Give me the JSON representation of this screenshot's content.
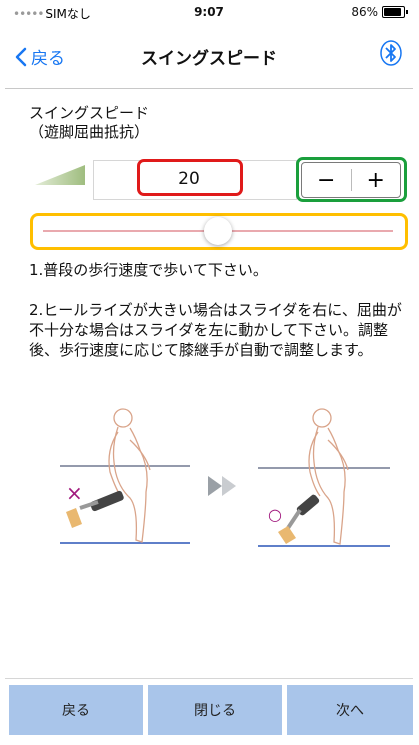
{
  "status": {
    "carrier": "SIMなし",
    "time": "9:07",
    "battery": "86%"
  },
  "nav": {
    "back_label": "戻る",
    "title": "スイングスピード",
    "bluetooth_icon": "bluetooth-icon"
  },
  "setting": {
    "caption_line1": "スイングスピード",
    "caption_line2": "（遊脚屈曲抵抗）",
    "value": "20",
    "minus": "−",
    "plus": "+",
    "slider_level": 0.5
  },
  "instructions": {
    "step1": "1.普段の歩行速度で歩いて下さい。",
    "step2": "2.ヒールライズが大きい場合はスライダを右に、屈曲が不十分な場合はスライダを左に動かして下さい。調整後、歩行速度に応じて膝継手が自動で調整します。"
  },
  "illustration": {
    "wrong_mark": "×",
    "right_mark": "○"
  },
  "footer": {
    "back": "戻る",
    "close": "閉じる",
    "next": "次へ"
  },
  "colors": {
    "accent": "#1877f2",
    "highlight_red": "#e01a1a",
    "highlight_green": "#1a9f3c",
    "highlight_yellow": "#ffbf00",
    "footer_button": "#a9c5ea"
  }
}
